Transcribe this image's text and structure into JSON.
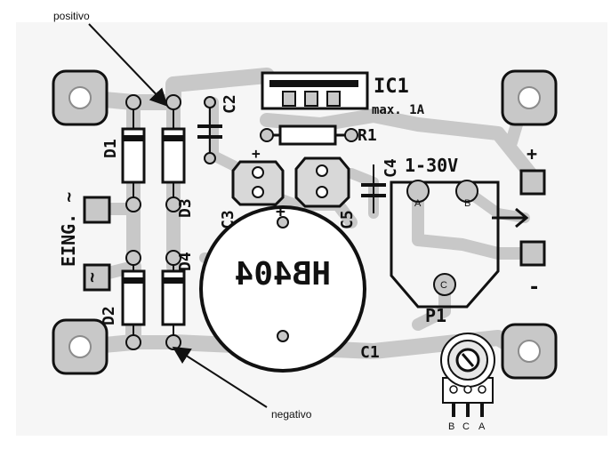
{
  "annotations": {
    "positive": "positivo",
    "negative": "negativo"
  },
  "components": {
    "ic1": "IC1",
    "max": "max. 1A",
    "r1": "R1",
    "c1": "C1",
    "c2": "C2",
    "c3": "C3",
    "c4": "C4",
    "c5": "C5",
    "d1": "D1",
    "d2": "D2",
    "d3": "D3",
    "d4": "D4",
    "p1": "P1",
    "range": "1-30V",
    "watermark": "HB404",
    "input": "EING. ~",
    "ac_symbol": "~"
  },
  "terminals": {
    "plus": "+",
    "minus": "-",
    "c3_plus": "+",
    "c1_plus": "+"
  },
  "pins": {
    "pot_a": "A",
    "pot_b": "B",
    "pot_c": "C",
    "leg_b": "B",
    "leg_c": "C",
    "leg_a": "A"
  },
  "colors": {
    "copper": "#c8c8c8",
    "copper_edge": "#8c8c8c",
    "ink": "#111111",
    "paper": "#ffffff"
  }
}
